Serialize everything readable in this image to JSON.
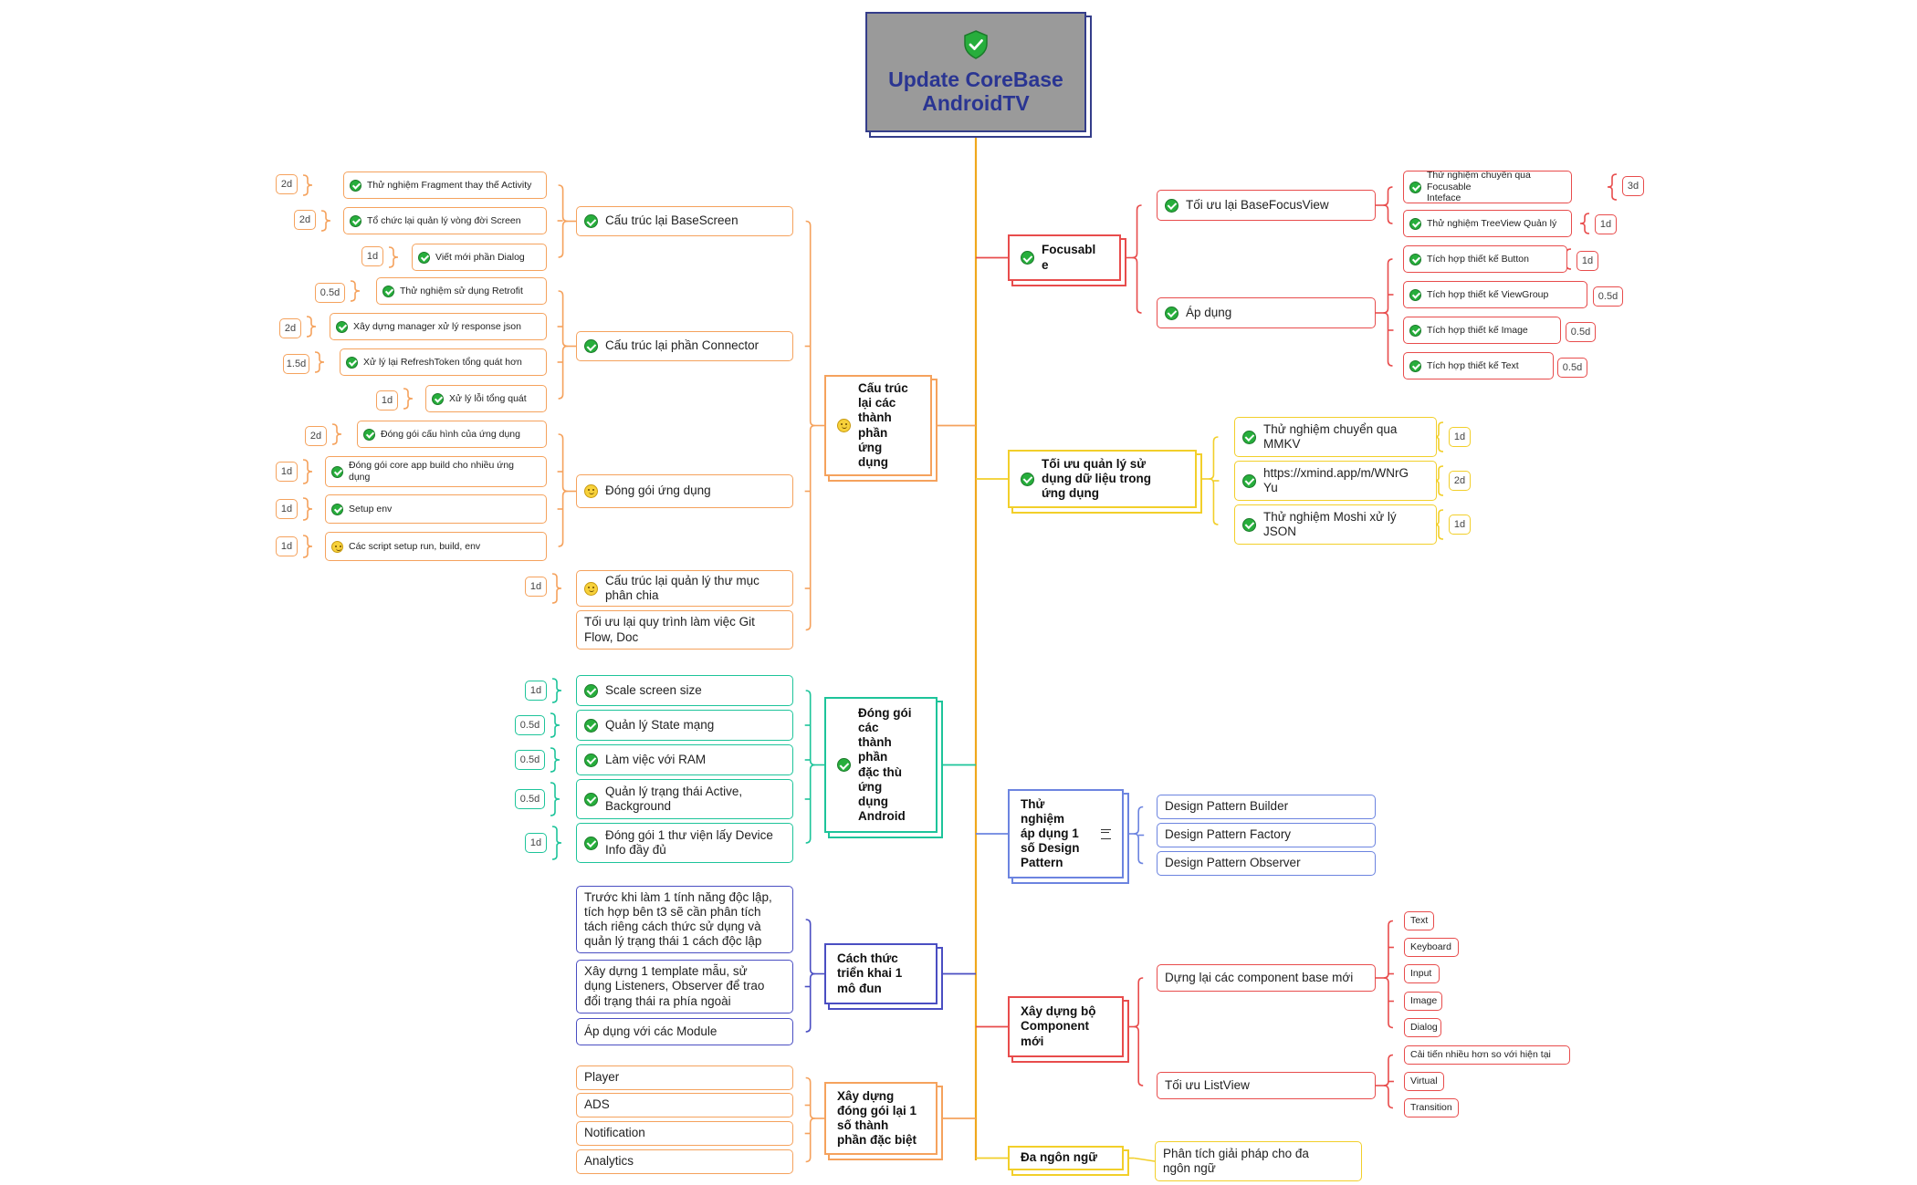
{
  "root": {
    "title": "Update CoreBase\nAndroidTV",
    "icon": "shield-check-icon"
  },
  "colors": {
    "orange": "#f5a25d",
    "teal": "#1dc49a",
    "indigo": "#4a4ec2",
    "red": "#e84c4c",
    "yellow": "#f2cf2a",
    "blue": "#6c84e0",
    "trunk": "#f0a81c",
    "check": "#27ae3c",
    "smile": "#f7d13a"
  },
  "left": [
    {
      "id": "b1",
      "label": "Cấu trúc\nlại các\nthành\nphần\nứng\ndụng",
      "icon": "smile",
      "color": "orange",
      "children": [
        {
          "label": "Cấu trúc lại BaseScreen",
          "icon": "check",
          "children": [
            {
              "label": "Thử nghiệm Fragment thay thế Activity",
              "icon": "check",
              "est": "2d"
            },
            {
              "label": "Tổ chức lại quản lý vòng đời Screen",
              "icon": "check",
              "est": "2d"
            },
            {
              "label": "Viết mới phần Dialog",
              "icon": "check",
              "est": "1d"
            }
          ]
        },
        {
          "label": "Cấu trúc lại phần Connector",
          "icon": "check",
          "children": [
            {
              "label": "Thử nghiệm sử dụng Retrofit",
              "icon": "check",
              "est": "0.5d"
            },
            {
              "label": "Xây dựng manager xử lý response json",
              "icon": "check",
              "est": "2d"
            },
            {
              "label": "Xử lý lại RefreshToken tổng quát hơn",
              "icon": "check",
              "est": "1.5d"
            },
            {
              "label": "Xử lý lỗi tổng quát",
              "icon": "check",
              "est": "1d"
            }
          ]
        },
        {
          "label": "Đóng gói ứng dụng",
          "icon": "smile",
          "children": [
            {
              "label": "Đóng gói cấu hình của ứng dụng",
              "icon": "check",
              "est": "2d"
            },
            {
              "label": "Đóng gói core app build cho nhiều ứng\ndụng",
              "icon": "check",
              "est": "1d"
            },
            {
              "label": "Setup env",
              "icon": "check",
              "est": "1d"
            },
            {
              "label": "Các script setup run, build, env",
              "icon": "smile",
              "est": "1d"
            }
          ]
        },
        {
          "label": "Cấu trúc lại quản lý thư mục\nphân chia",
          "icon": "smile",
          "est": "1d"
        },
        {
          "label": "Tối ưu lại quy trình làm việc Git\nFlow, Doc",
          "icon": ""
        }
      ]
    },
    {
      "id": "b2",
      "label": "Đóng gói\ncác\nthành\nphần\nđặc thù\nứng\ndụng\nAndroid",
      "icon": "check",
      "color": "teal",
      "children": [
        {
          "label": "Scale screen size",
          "icon": "check",
          "est": "1d"
        },
        {
          "label": "Quản lý State mạng",
          "icon": "check",
          "est": "0.5d"
        },
        {
          "label": "Làm việc với RAM",
          "icon": "check",
          "est": "0.5d"
        },
        {
          "label": "Quản lý trạng thái Active,\nBackground",
          "icon": "check",
          "est": "0.5d"
        },
        {
          "label": "Đóng gói 1 thư viện lấy Device\nInfo đầy đủ",
          "icon": "check",
          "est": "1d"
        }
      ]
    },
    {
      "id": "b3",
      "label": "Cách thức\ntriển khai 1\nmô đun",
      "icon": "",
      "color": "indigo",
      "children": [
        {
          "label": "Trước khi làm 1 tính năng độc lập,\ntích hợp bên t3 sẽ cần phân tích\ntách riêng cách thức sử dụng và\nquản lý trạng thái 1 cách độc lập"
        },
        {
          "label": "Xây dựng 1 template mẫu, sử\ndụng Listeners, Observer  để trao\nđổi trạng thái ra phía ngoài"
        },
        {
          "label": "Áp dụng với các Module"
        }
      ]
    },
    {
      "id": "b4",
      "label": "Xây dựng\nđóng gói lại 1\nsố thành\nphần đặc biệt",
      "icon": "",
      "color": "orange",
      "children": [
        {
          "label": "Player"
        },
        {
          "label": "ADS"
        },
        {
          "label": "Notification"
        },
        {
          "label": "Analytics"
        }
      ]
    }
  ],
  "right": [
    {
      "id": "b5",
      "label": "Focusabl\ne",
      "icon": "check",
      "color": "red",
      "children": [
        {
          "label": "Tối ưu lại BaseFocusView",
          "icon": "check",
          "children": [
            {
              "label": "Thử nghiệm chuyển qua Focusable\nInteface",
              "icon": "check",
              "est": "3d"
            },
            {
              "label": "Thử nghiệm TreeView Quản lý",
              "icon": "check",
              "est": "1d"
            }
          ]
        },
        {
          "label": "Áp dụng",
          "icon": "check",
          "children": [
            {
              "label": "Tích hợp thiết kế Button",
              "icon": "check",
              "est": "1d"
            },
            {
              "label": "Tích hợp thiết kế ViewGroup",
              "icon": "check",
              "est": "0.5d"
            },
            {
              "label": "Tích hợp thiết kế Image",
              "icon": "check",
              "est": "0.5d"
            },
            {
              "label": "Tích hợp thiết kế Text",
              "icon": "check",
              "est": "0.5d"
            }
          ]
        }
      ]
    },
    {
      "id": "b6",
      "label": "Tối ưu quản lý sử\ndụng dữ liệu trong\nứng dụng",
      "icon": "check",
      "color": "yellow",
      "children": [
        {
          "label": "Thử nghiệm chuyển qua\nMMKV",
          "icon": "check",
          "est": "1d"
        },
        {
          "label": "https://xmind.app/m/WNrG\nYu",
          "icon": "check",
          "est": "2d"
        },
        {
          "label": "Thử nghiệm Moshi xử lý\nJSON",
          "icon": "check",
          "est": "1d"
        }
      ]
    },
    {
      "id": "b7",
      "label": "Thử\nnghiệm\náp dụng 1\nsố Design\nPattern",
      "icon": "",
      "note": "notes-icon",
      "color": "blue",
      "children": [
        {
          "label": "Design Pattern Builder"
        },
        {
          "label": "Design Pattern Factory"
        },
        {
          "label": "Design Pattern Observer"
        }
      ]
    },
    {
      "id": "b8",
      "label": "Xây dựng bộ\nComponent\nmới",
      "icon": "",
      "color": "red",
      "children": [
        {
          "label": "Dựng lại các component base mới",
          "children": [
            {
              "label": "Text"
            },
            {
              "label": "Keyboard"
            },
            {
              "label": "Input"
            },
            {
              "label": "Image"
            },
            {
              "label": "Dialog"
            }
          ]
        },
        {
          "label": "Tối ưu ListView",
          "children": [
            {
              "label": "Cải tiến nhiều hơn so với hiện tại"
            },
            {
              "label": "Virtual"
            },
            {
              "label": "Transition"
            }
          ]
        }
      ]
    },
    {
      "id": "b9",
      "label": "Đa ngôn ngữ",
      "icon": "",
      "color": "yellow",
      "children": [
        {
          "label": "Phân tích giải pháp cho đa\nngôn ngữ"
        }
      ]
    }
  ]
}
